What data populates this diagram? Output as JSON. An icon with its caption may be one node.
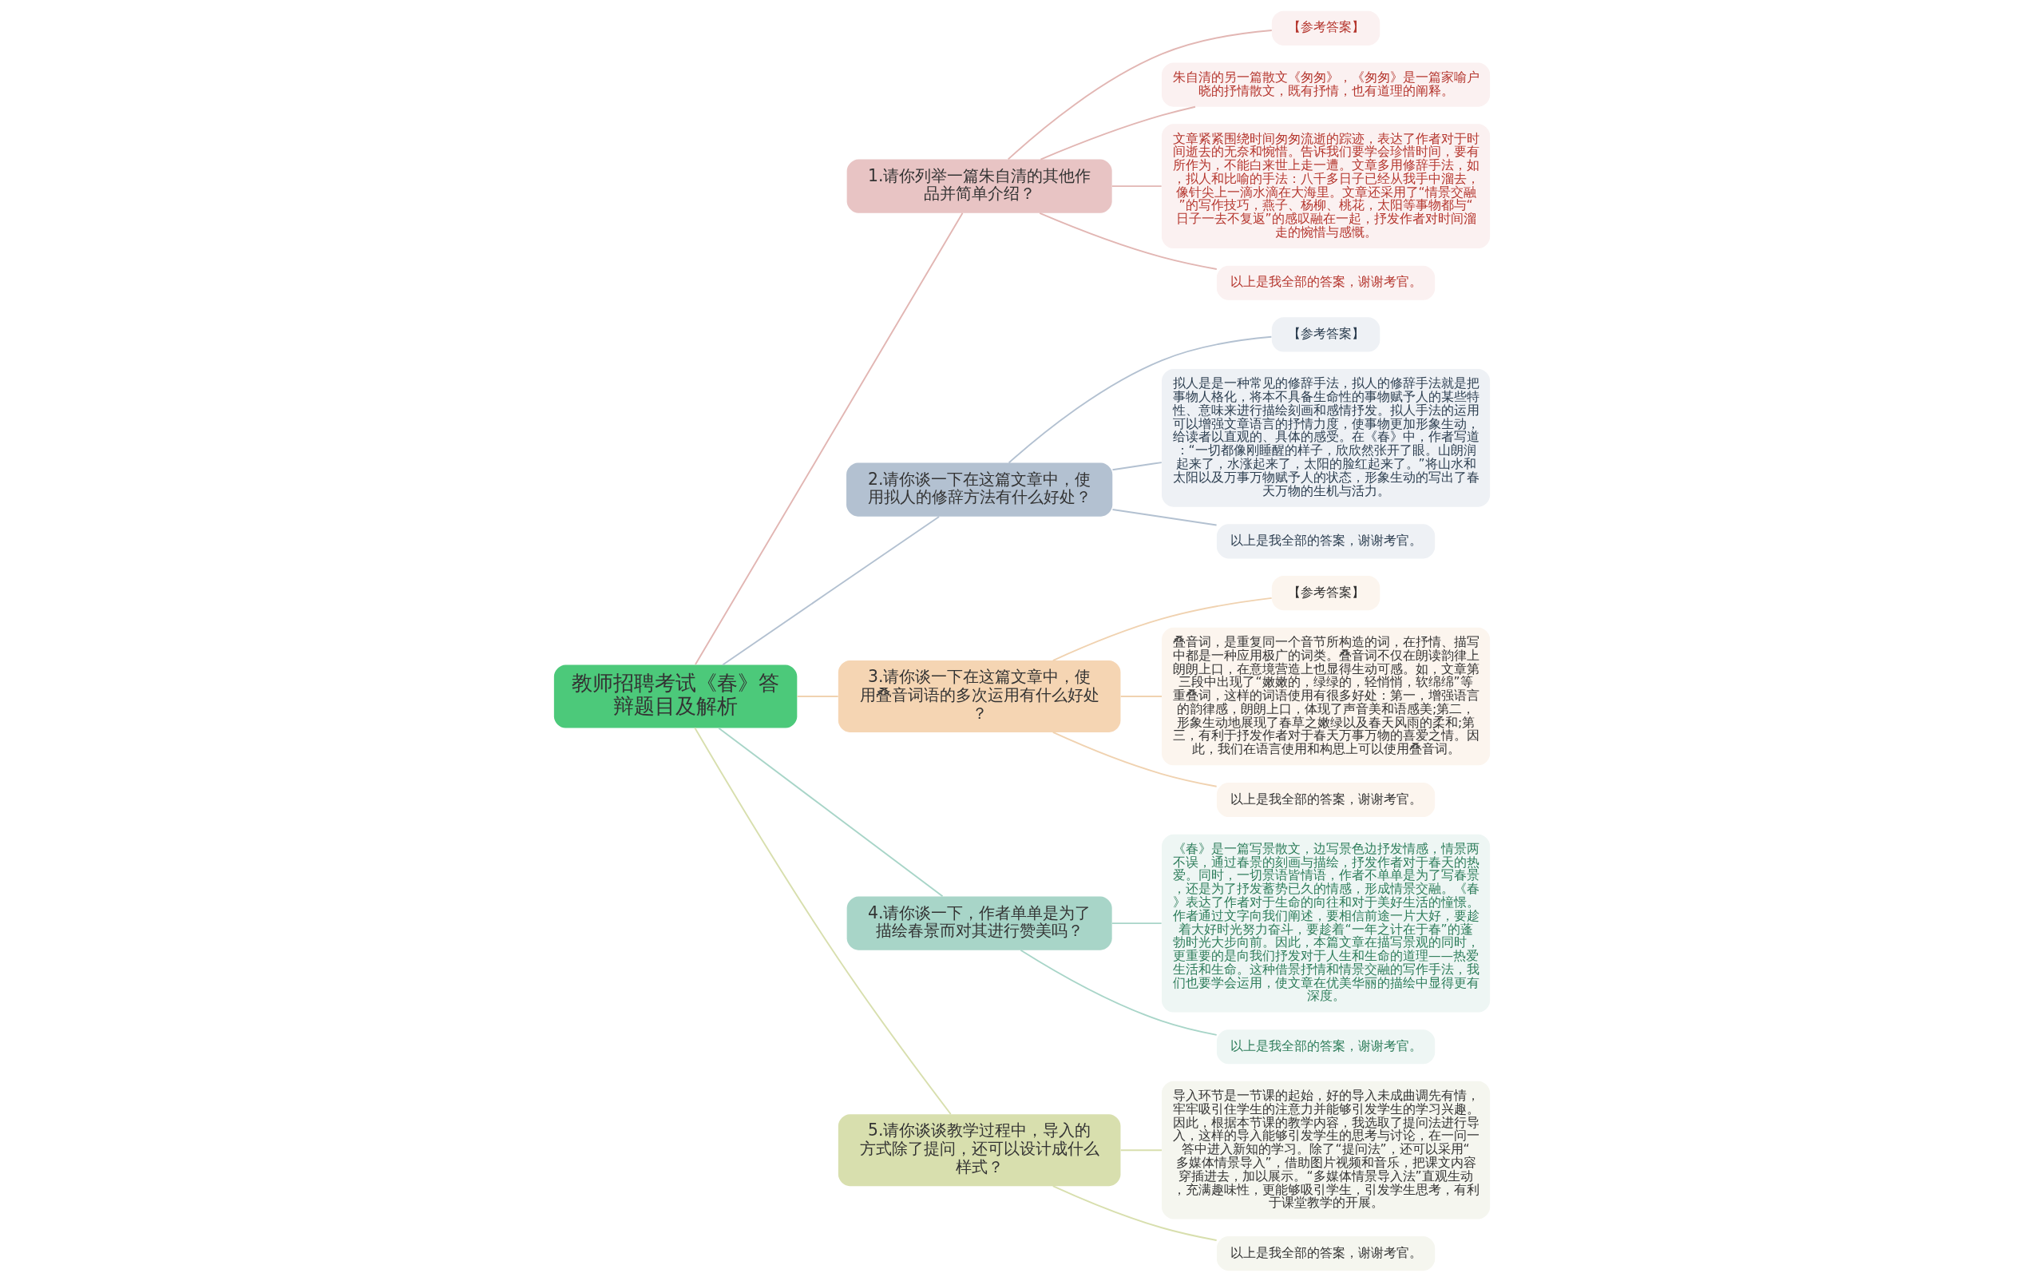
{
  "diagram": {
    "nodes": [
      {
        "text": [
          "教师招聘考试《春》答辩题目及解析"
        ]
      },
      {
        "text": [
          "1.请你列举一篇朱自清的其他作品并简单介绍？"
        ]
      },
      {
        "text": [
          "【参考答案】"
        ]
      },
      {
        "text": [
          "朱自清的另一篇散文《匆匆》，《匆匆》是一篇家喻户晓的抒情散文，既有抒情，也有道理的阐释。"
        ]
      },
      {
        "text": [
          "文章紧紧围绕时间匆匆流逝的踪迹，表达了作者对于时间逝去的无奈和惋惜。告诉我们要学会珍惜时间，要有所作为，不能白来世上走一遭。文章多用修辞手法，如，拟人和比喻的手法：八千多日子已经从我手中溜去，像针尖上一滴水滴在大海里。文章还采用了“情景交融”的写作技巧，燕子、杨柳、桃花，太阳等事物都与“日子一去不复返”的感叹融在一起，抒发作者对时间溜走的惋惜与感慨。"
        ]
      },
      {
        "text": [
          "以上是我全部的答案，谢谢考官。"
        ]
      },
      {
        "text": [
          "2.请你谈一下在这篇文章中，使用拟人的修辞方法有什么好处？"
        ]
      },
      {
        "text": [
          "【参考答案】"
        ]
      },
      {
        "text": [
          "拟人是是一种常见的修辞手法，拟人的修辞手法就是把事物人格化，将本不具备生命性的事物赋予人的某些特性、意味来进行描绘刻画和感情抒发。拟人手法的运用可以增强文章语言的抒情力度，使事物更加形象生动，给读者以直观的、具体的感受。在《春》中，作者写道：“一切都像刚睡醒的样子，欣欣然张开了眼。山朗润起来了，水涨起来了，太阳的脸红起来了。”将山水和太阳以及万事万物赋予人的状态，形象生动的写出了春天万物的生机与活力。"
        ]
      },
      {
        "text": [
          "以上是我全部的答案，谢谢考官。"
        ]
      },
      {
        "text": [
          "3.请你谈一下在这篇文章中，使用叠音词语的多次运用有什么好处？"
        ]
      },
      {
        "text": [
          "【参考答案】"
        ]
      },
      {
        "text": [
          "叠音词，是重复同一个音节所构造的词，在抒情、描写中都是一种应用极广的词类。叠音词不仅在朗读韵律上朗朗上口，在意境营造上也显得生动可感。如，文章第三段中出现了“嫩嫩的，绿绿的，轻悄悄，软绵绵”等重叠词，这样的词语使用有很多好处：第一，增强语言的韵律感，朗朗上口，体现了声音美和语感美;第二，形象生动地展现了春草之嫩绿以及春天风雨的柔和;第三，有利于抒发作者对于春天万事万物的喜爱之情。因此，我们在语言使用和构思上可以使用叠音词。"
        ]
      },
      {
        "text": [
          "以上是我全部的答案，谢谢考官。"
        ]
      },
      {
        "text": [
          "4.请你谈一下，作者单单是为了描绘春景而对其进行赞美吗？"
        ]
      },
      {
        "text": [
          "《春》是一篇写景散文，边写景色边抒发情感，情景两不误，通过春景的刻画与描绘，抒发作者对于春天的热爱。同时，一切景语皆情语，作者不单单是为了写春景，还是为了抒发蓄势已久的情感，形成情景交融。《春》表达了作者对于生命的向往和对于美好生活的憧憬。作者通过文字向我们阐述，要相信前途一片大好，要趁着大好时光努力奋斗，要趁着“一年之计在于春”的蓬勃时光大步向前。因此，本篇文章在描写景观的同时，更重要的是向我们抒发对于人生和生命的道理——热爱生活和生命。这种借景抒情和情景交融的写作手法，我们也要学会运用，使文章在优美华丽的描绘中显得更有深度。"
        ]
      },
      {
        "text": [
          "以上是我全部的答案，谢谢考官。"
        ]
      },
      {
        "text": [
          "5.请你谈谈教学过程中，导入的方式除了提问，还可以设计成什么样式？"
        ]
      },
      {
        "text": [
          "导入环节是一节课的起始，好的导入未成曲调先有情，牢牢吸引住学生的注意力并能够引发学生的学习兴趣。因此，根据本节课的教学内容，我选取了提问法进行导入，这样的导入能够引发学生的思考与讨论，在一问一答中进入新知的学习。除了“提问法”，还可以采用“多媒体情景导入”，借助图片视频和音乐，把课文内容穿插进去，加以展示。“多媒体情景导入法”直观生动，充满趣味性，更能够吸引学生，引发学生思考，有利于课堂教学的开展。"
        ]
      },
      {
        "text": [
          "以上是我全部的答案，谢谢考官。"
        ]
      }
    ],
    "edges": [
      {
        "from": 0,
        "to": 1,
        "arrow": "none",
        "color": "#e2b6b3"
      },
      {
        "from": 1,
        "to": 2,
        "arrow": "none",
        "color": "#e2b6b3"
      },
      {
        "from": 1,
        "to": 3,
        "arrow": "none",
        "color": "#e2b6b3"
      },
      {
        "from": 1,
        "to": 4,
        "arrow": "none",
        "color": "#e2b6b3"
      },
      {
        "from": 1,
        "to": 5,
        "arrow": "none",
        "color": "#e2b6b3"
      },
      {
        "from": 0,
        "to": 6,
        "arrow": "none",
        "color": "#b3c1d1"
      },
      {
        "from": 6,
        "to": 7,
        "arrow": "none",
        "color": "#b3c1d1"
      },
      {
        "from": 6,
        "to": 8,
        "arrow": "none",
        "color": "#b3c1d1"
      },
      {
        "from": 6,
        "to": 9,
        "arrow": "none",
        "color": "#b3c1d1"
      },
      {
        "from": 0,
        "to": 10,
        "arrow": "none",
        "color": "#f0d2b0"
      },
      {
        "from": 10,
        "to": 11,
        "arrow": "none",
        "color": "#f0d2b0"
      },
      {
        "from": 10,
        "to": 12,
        "arrow": "none",
        "color": "#f0d2b0"
      },
      {
        "from": 10,
        "to": 13,
        "arrow": "none",
        "color": "#f0d2b0"
      },
      {
        "from": 0,
        "to": 14,
        "arrow": "none",
        "color": "#a8d5c8"
      },
      {
        "from": 14,
        "to": 15,
        "arrow": "none",
        "color": "#a8d5c8"
      },
      {
        "from": 14,
        "to": 16,
        "arrow": "none",
        "color": "#a8d5c8"
      },
      {
        "from": 0,
        "to": 17,
        "arrow": "none",
        "color": "#d8dfae"
      },
      {
        "from": 17,
        "to": 18,
        "arrow": "none",
        "color": "#d8dfae"
      },
      {
        "from": 17,
        "to": 19,
        "arrow": "none",
        "color": "#d8dfae"
      }
    ]
  }
}
